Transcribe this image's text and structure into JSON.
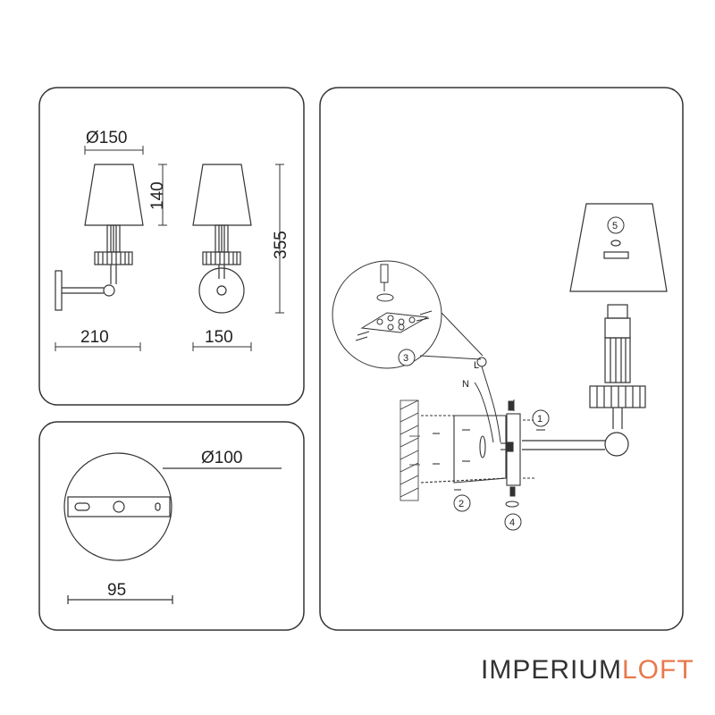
{
  "panel_dimensions": {
    "shade_diameter": "Ø150",
    "shade_height": "140",
    "total_height": "355",
    "projection_width": "210",
    "front_width": "150"
  },
  "panel_wallplate": {
    "plate_diameter": "Ø100",
    "hole_spacing": "95"
  },
  "panel_installation": {
    "steps": [
      "1",
      "2",
      "3",
      "4",
      "5"
    ],
    "wire_live": "L",
    "wire_neutral": "N"
  },
  "brand": {
    "part1": "IMPERIUM",
    "part2": "LOFT",
    "part2_color": "#e8794a"
  }
}
